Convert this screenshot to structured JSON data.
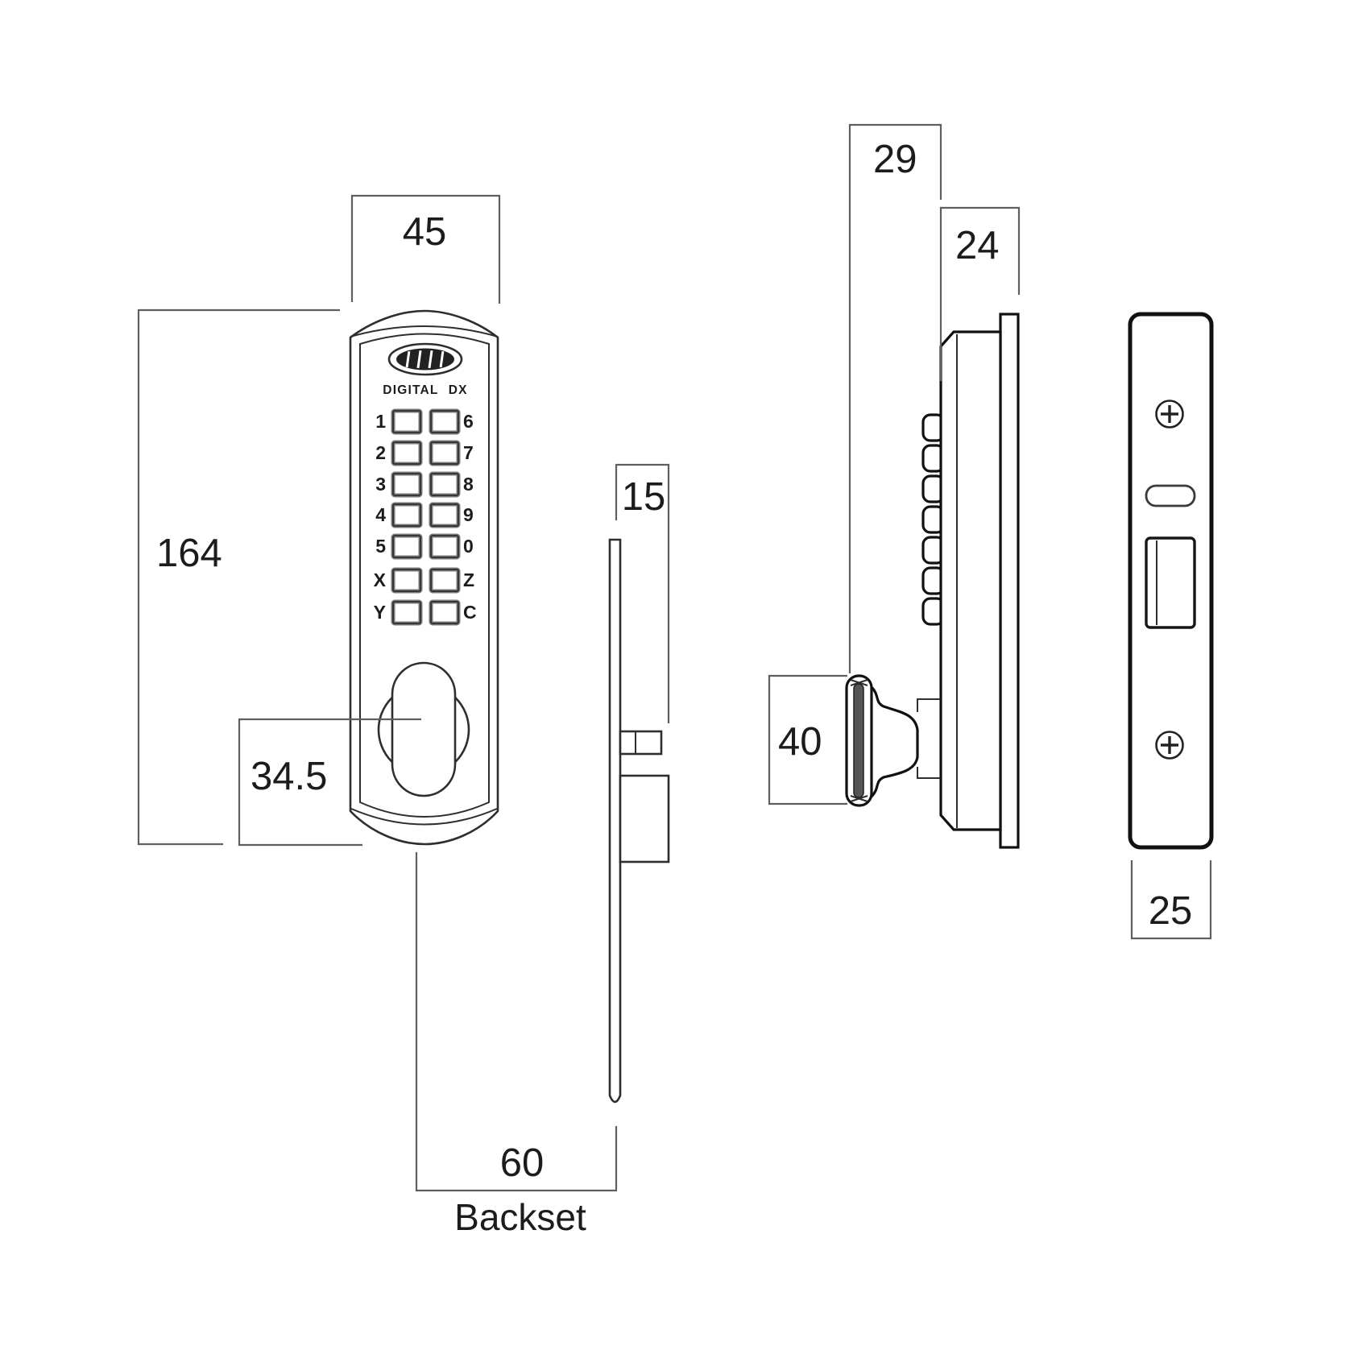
{
  "front_view": {
    "brand_text": "DIGITAL DX",
    "keypad_rows": [
      {
        "left": "1",
        "right": "6"
      },
      {
        "left": "2",
        "right": "7"
      },
      {
        "left": "3",
        "right": "8"
      },
      {
        "left": "4",
        "right": "9"
      },
      {
        "left": "5",
        "right": "0"
      },
      {
        "left": "X",
        "right": "Z"
      },
      {
        "left": "Y",
        "right": "C"
      }
    ],
    "dimensions": {
      "width": "45",
      "height": "164",
      "knob_center_from_bottom": "34.5",
      "backset_value": "60",
      "backset_caption": "Backset"
    }
  },
  "edge_view": {
    "dimensions": {
      "latch_projection": "15"
    }
  },
  "side_view": {
    "dimensions": {
      "knob_projection": "29",
      "case_depth": "24",
      "knob_diameter": "40"
    }
  },
  "faceplate_view": {
    "dimensions": {
      "plate_width": "25"
    }
  },
  "colors": {
    "background": "#ffffff",
    "drawing_line": "#2e2e2e",
    "bold_line": "#111111",
    "dimension_line": "#5f5f5f",
    "text": "#1c1c1c",
    "knob_edge_fill": "#555555",
    "logo_fill": "#222222"
  }
}
